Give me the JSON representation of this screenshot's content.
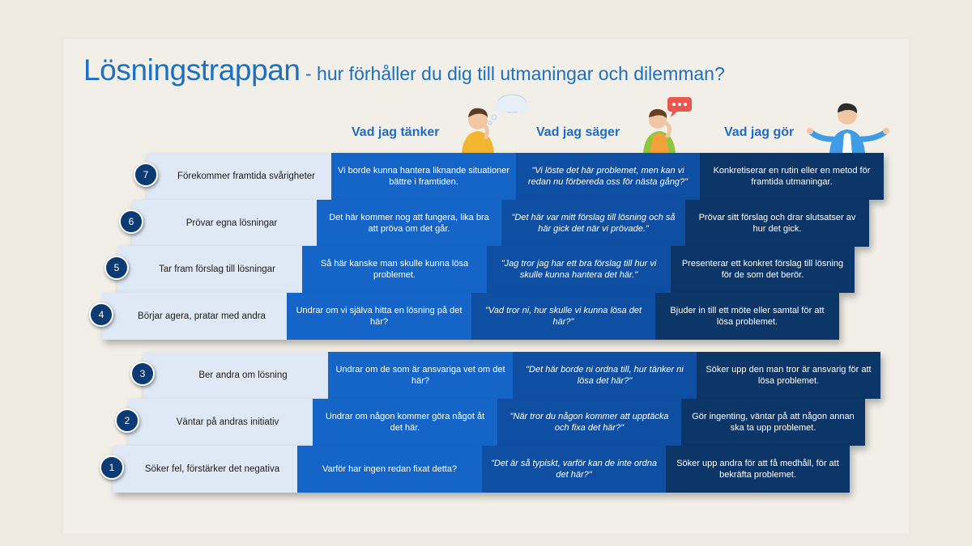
{
  "title": {
    "main": "Lösningstrappan",
    "sub": " - hur förhåller du dig till utmaningar och dilemman?"
  },
  "columns": {
    "think": "Vad jag tänker",
    "say": "Vad jag säger",
    "do": "Vad jag gör"
  },
  "rows": [
    {
      "number": "7",
      "label": "Förekommer framtida svårigheter",
      "think": "Vi borde kunna hantera liknande situationer bättre i framtiden.",
      "say": "\"Vi löste det här problemet, men kan vi redan nu förbereda oss för nästa gång?\"",
      "do": "Konkretiserar en rutin eller en metod för framtida utmaningar."
    },
    {
      "number": "6",
      "label": "Prövar egna lösningar",
      "think": "Det här kommer nog att fungera, lika bra att pröva om det går.",
      "say": "\"Det här var mitt förslag till lösning och så här gick det när vi prövade.\"",
      "do": "Prövar sitt förslag och drar slutsatser av hur det gick."
    },
    {
      "number": "5",
      "label": "Tar fram förslag till lösningar",
      "think": "Så här kanske man skulle kunna lösa problemet.",
      "say": "\"Jag tror jag har ett bra förslag till hur vi skulle kunna hantera det här.\"",
      "do": "Presenterar ett konkret förslag till lösning för de som det berör."
    },
    {
      "number": "4",
      "label": "Börjar agera, pratar med andra",
      "think": "Undrar om vi själva hitta en lösning på det här?",
      "say": "\"Vad tror ni, hur skulle vi kunna lösa det här?\"",
      "do": "Bjuder in till ett möte eller samtal för att lösa problemet."
    },
    {
      "number": "3",
      "label": "Ber andra om lösning",
      "think": "Undrar om de som är ansvariga vet om det här?",
      "say": "\"Det här borde ni ordna till, hur tänker ni lösa det här?\"",
      "do": "Söker upp den man tror är ansvarig för att lösa problemet."
    },
    {
      "number": "2",
      "label": "Väntar på andras initiativ",
      "think": "Undrar om någon kommer göra något åt det här.",
      "say": "\"När tror du någon kommer att upptäcka och fixa det här?\"",
      "do": "Gör ingenting, väntar på att någon annan ska ta upp problemet."
    },
    {
      "number": "1",
      "label": "Söker fel, förstärker det negativa",
      "think": "Varför har ingen redan fixat detta?",
      "say": "\"Det är så typiskt, varför kan de inte ordna det här?\"",
      "do": "Söker upp andra för att få medhåll, för att bekräfta problemet."
    }
  ],
  "colors": {
    "title": "#1d6fbf",
    "label_bg": "#dfe9f5",
    "think_bg": "#1565c9",
    "say_bg": "#0e4fa3",
    "do_bg": "#0c3568",
    "badge_bg": "#0c3a73"
  },
  "icons": [
    "thinking-person-icon",
    "thought-cloud-icon",
    "talking-person-icon",
    "speech-bubble-icon",
    "shrugging-person-icon"
  ]
}
